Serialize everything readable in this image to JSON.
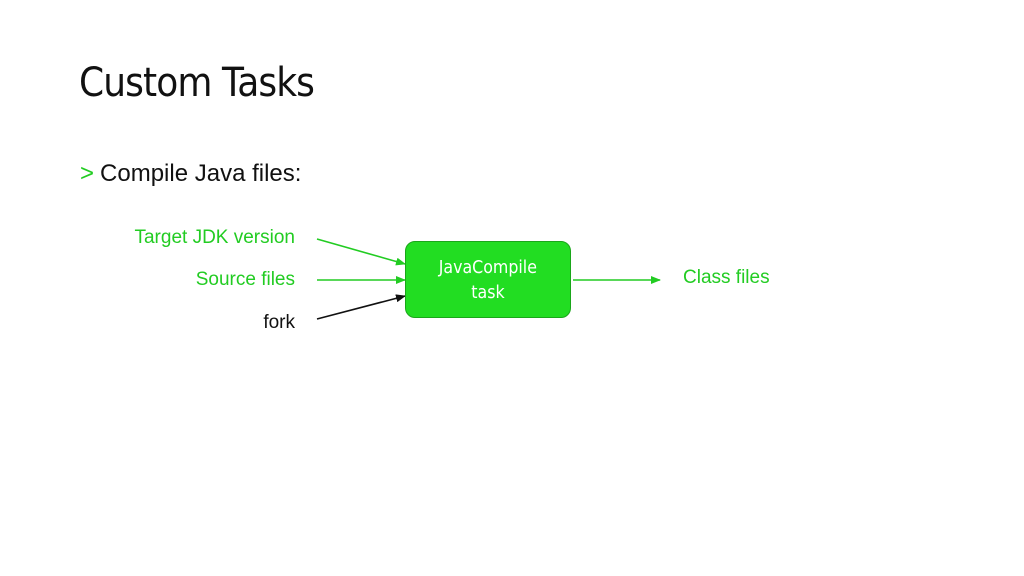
{
  "slide": {
    "title": "Custom Tasks",
    "bullet": {
      "marker": ">",
      "text": "Compile Java files:"
    }
  },
  "diagram": {
    "inputs": [
      {
        "label": "Target JDK version",
        "color": "#22cc22"
      },
      {
        "label": "Source files",
        "color": "#22cc22"
      },
      {
        "label": "fork",
        "color": "#111111"
      }
    ],
    "task": {
      "line1": "JavaCompile",
      "line2": "task",
      "fill": "#22dd22",
      "text_color": "#ffffff"
    },
    "output": {
      "label": "Class files",
      "color": "#22cc22"
    }
  }
}
